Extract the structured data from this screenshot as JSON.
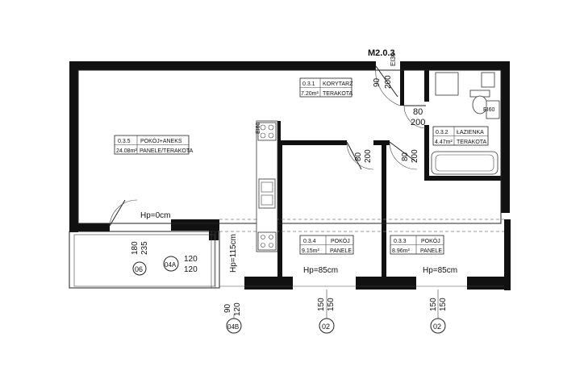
{
  "unit_title": "M2.0.3",
  "rooms": [
    {
      "id": "0.3.1",
      "area": "7.20m²",
      "name": "KORYTARZ",
      "finish": "TERAKOTA"
    },
    {
      "id": "0.3.5",
      "area": "24.08m²",
      "name": "POKÓJ+ANEKS",
      "finish": "PANELE/TERAKOTA"
    },
    {
      "id": "0.3.2",
      "area": "4.47m²",
      "name": "ŁAZIENKA",
      "finish": "TERAKOTA"
    },
    {
      "id": "0.3.4",
      "area": "9.15m²",
      "name": "POKÓJ",
      "finish": "PANELE"
    },
    {
      "id": "0.3.3",
      "area": "8.96m²",
      "name": "POKÓJ",
      "finish": "PANELE"
    }
  ],
  "doors": [
    {
      "width": "90",
      "height": "200"
    },
    {
      "width": "80",
      "height": "200"
    },
    {
      "width": "80",
      "height": "200"
    },
    {
      "width": "80",
      "height": "200"
    }
  ],
  "door_tag": "EI30",
  "equipment": {
    "ei60_top": "EI60",
    "ei60_kitchen": "EI60"
  },
  "parapets": {
    "living": "Hp=0cm",
    "room4": "Hp=85cm",
    "room3": "Hp=85cm",
    "kitchen": "Hp=115cm"
  },
  "openings": [
    {
      "w": "180",
      "h": "235",
      "tag": "06"
    },
    {
      "w": "120",
      "h": "120",
      "tag": "04A"
    },
    {
      "w": "90",
      "h": "120",
      "tag": "04B"
    },
    {
      "w": "150",
      "h": "150",
      "tag": "02"
    },
    {
      "w": "150",
      "h": "150",
      "tag": "02"
    }
  ]
}
